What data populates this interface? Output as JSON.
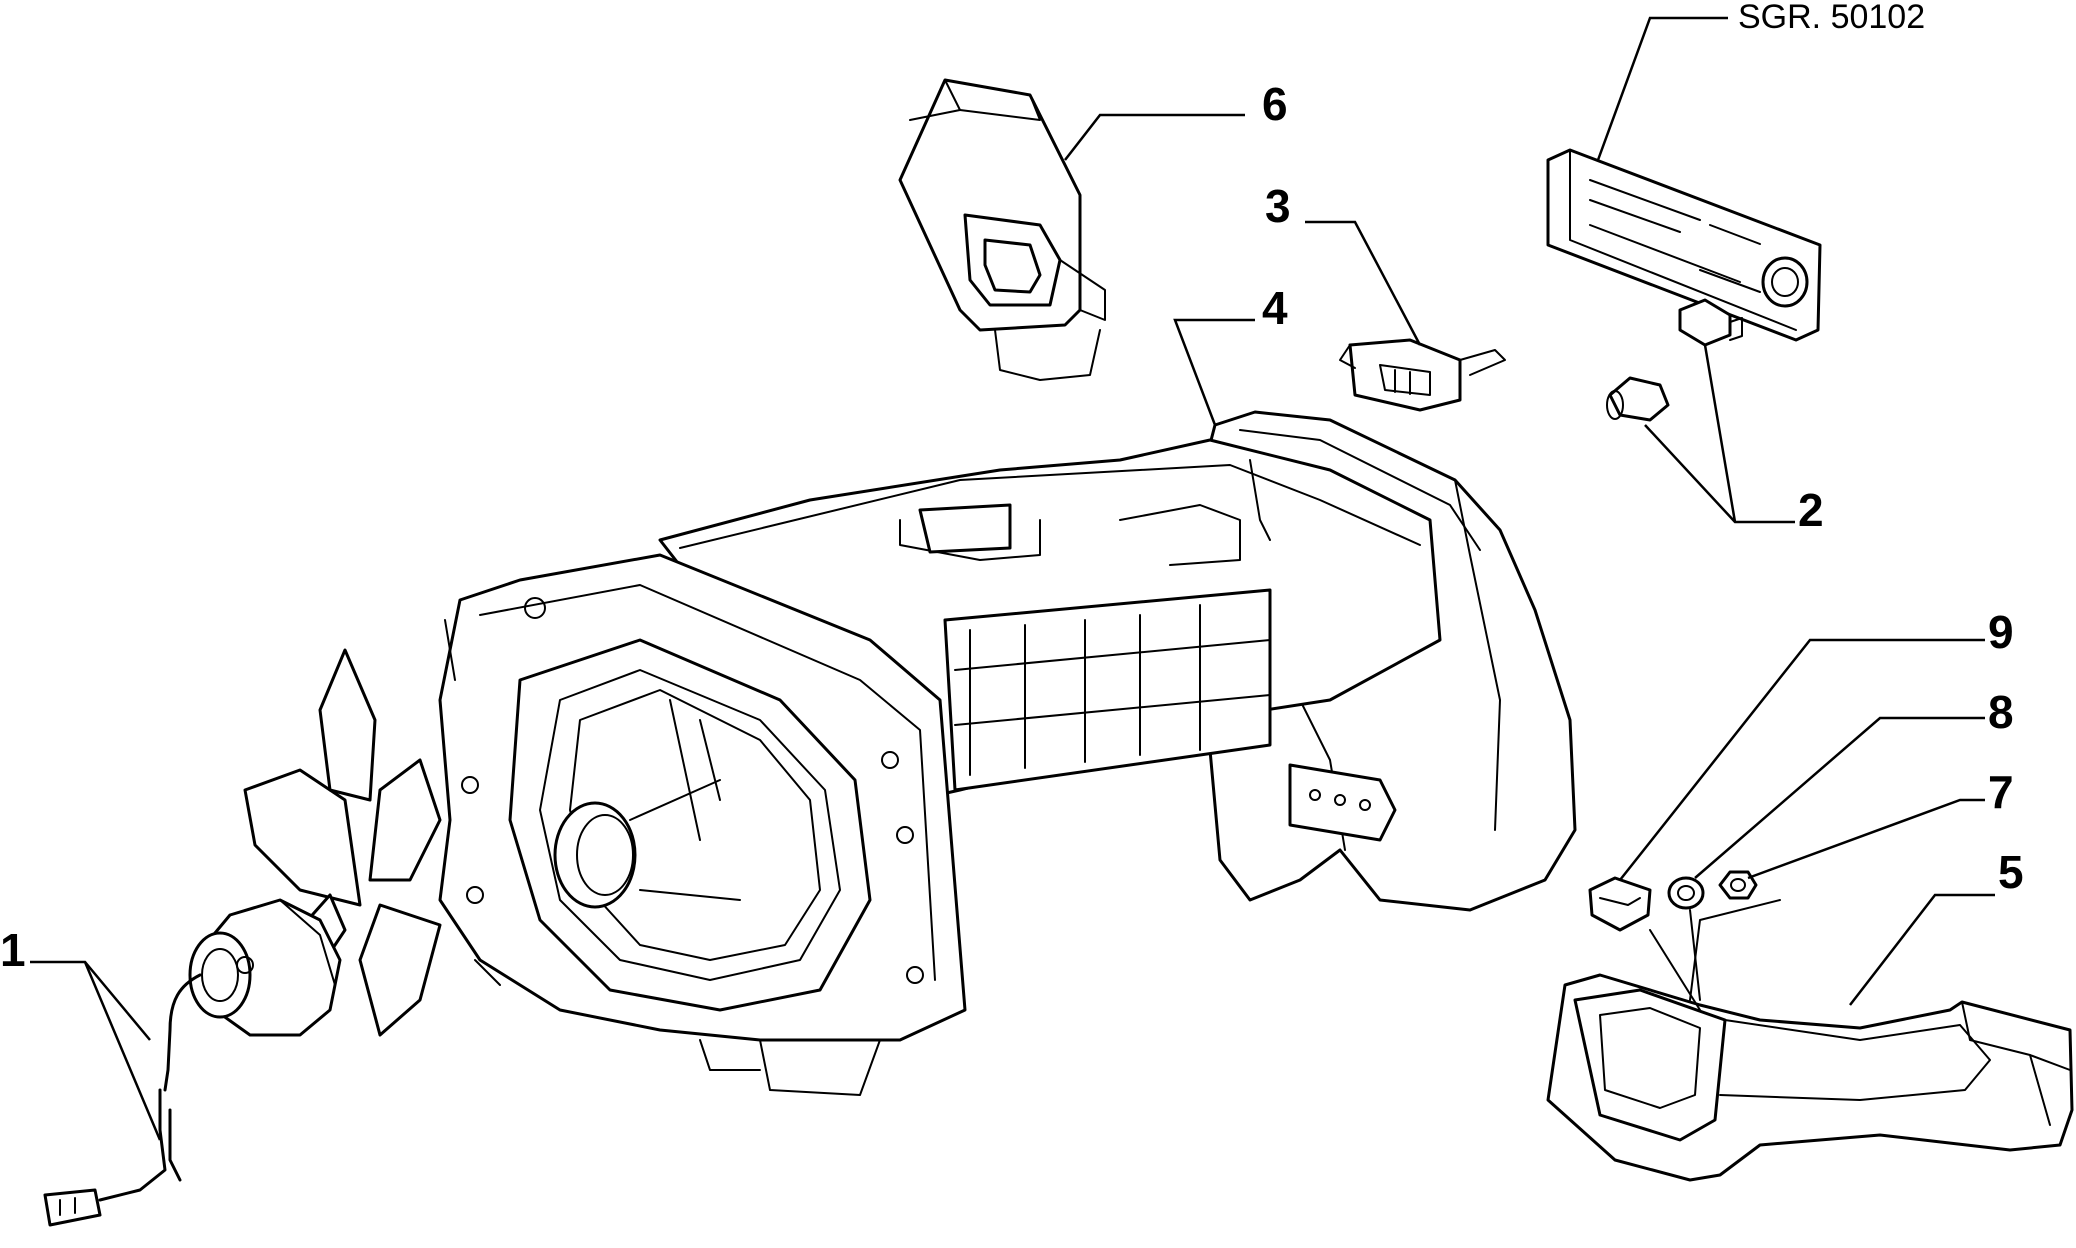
{
  "diagram": {
    "reference": "SGR. 50102",
    "callouts": [
      {
        "id": "1",
        "label": "1"
      },
      {
        "id": "2",
        "label": "2"
      },
      {
        "id": "3",
        "label": "3"
      },
      {
        "id": "4",
        "label": "4"
      },
      {
        "id": "5",
        "label": "5"
      },
      {
        "id": "6",
        "label": "6"
      },
      {
        "id": "7",
        "label": "7"
      },
      {
        "id": "8",
        "label": "8"
      },
      {
        "id": "9",
        "label": "9"
      }
    ],
    "parts": [
      "blower-fan-motor",
      "bulbs",
      "resistor",
      "heater-unit-housing",
      "air-duct",
      "air-vent",
      "nut",
      "washer",
      "clip",
      "control-panel"
    ]
  }
}
